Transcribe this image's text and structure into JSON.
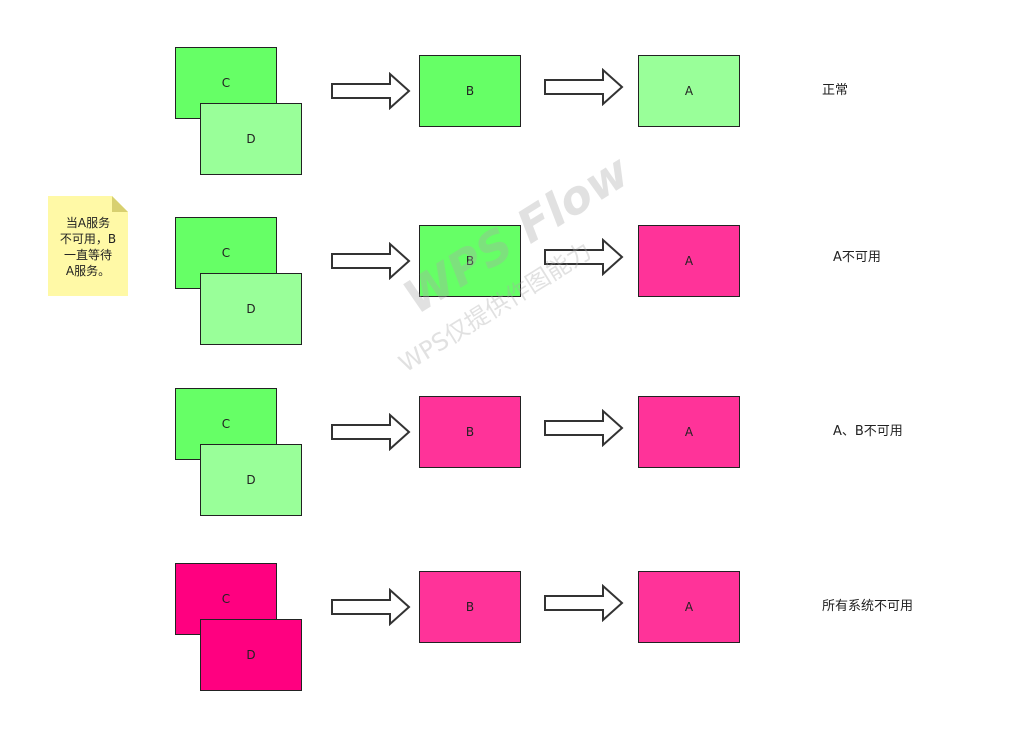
{
  "note": {
    "lines": [
      "当A服务",
      "不可用，B",
      "一直等待",
      "A服务。"
    ]
  },
  "rows": [
    {
      "c_label": "C",
      "d_label": "D",
      "b_label": "B",
      "a_label": "A",
      "c_color": "#66ff66",
      "d_color": "#99ff99",
      "b_color": "#66ff66",
      "a_color": "#99ff99",
      "status": "正常"
    },
    {
      "c_label": "C",
      "d_label": "D",
      "b_label": "B",
      "a_label": "A",
      "c_color": "#66ff66",
      "d_color": "#99ff99",
      "b_color": "#66ff66",
      "a_color": "#ff3399",
      "status": "A不可用"
    },
    {
      "c_label": "C",
      "d_label": "D",
      "b_label": "B",
      "a_label": "A",
      "c_color": "#66ff66",
      "d_color": "#99ff99",
      "b_color": "#ff3399",
      "a_color": "#ff3399",
      "status": "A、B不可用"
    },
    {
      "c_label": "C",
      "d_label": "D",
      "b_label": "B",
      "a_label": "A",
      "c_color": "#ff0080",
      "d_color": "#ff0080",
      "b_color": "#ff3399",
      "a_color": "#ff3399",
      "status": "所有系统不可用"
    }
  ],
  "watermark": {
    "main": "WPS Flow",
    "sub": "WPS仅提供作图能力"
  }
}
